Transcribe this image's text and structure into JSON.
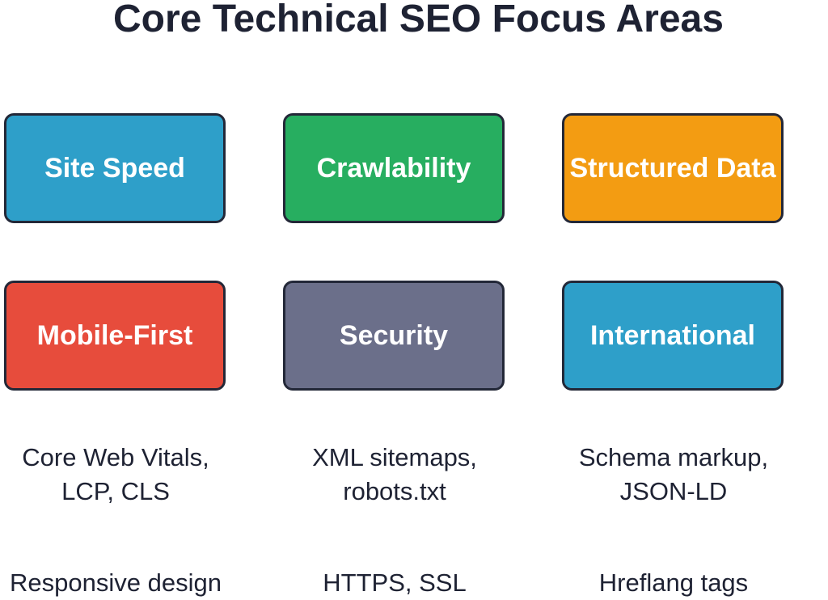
{
  "title": "Core Technical SEO Focus Areas",
  "boxes": [
    {
      "label": "Site Speed",
      "color": "#2e9fc9"
    },
    {
      "label": "Crawlability",
      "color": "#27ae60"
    },
    {
      "label": "Structured Data",
      "color": "#f39c12"
    },
    {
      "label": "Mobile-First",
      "color": "#e74c3c"
    },
    {
      "label": "Security",
      "color": "#6b6f8a"
    },
    {
      "label": "International",
      "color": "#2e9fc9"
    }
  ],
  "descriptions": [
    {
      "line1": "Core Web Vitals,",
      "line2": "LCP, CLS"
    },
    {
      "line1": "XML sitemaps,",
      "line2": "robots.txt"
    },
    {
      "line1": "Schema markup,",
      "line2": "JSON-LD"
    },
    {
      "line1": "Responsive design"
    },
    {
      "line1": "HTTPS, SSL"
    },
    {
      "line1": "Hreflang tags"
    }
  ]
}
